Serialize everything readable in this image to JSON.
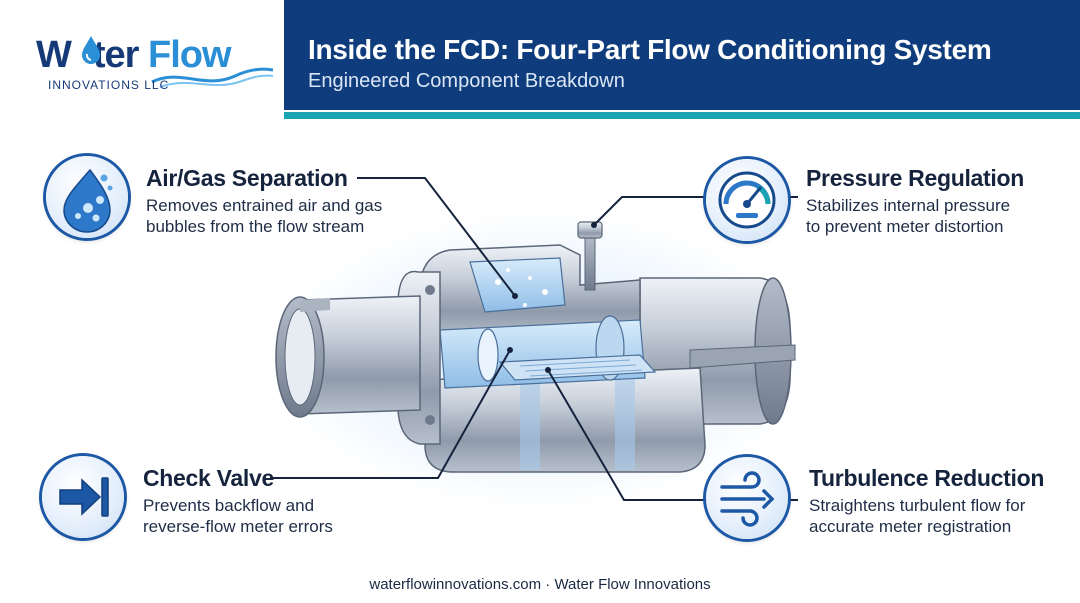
{
  "logo": {
    "word_water_pre": "W",
    "word_water_post": "ter",
    "word_flow": "Flow",
    "subtitle": "INNOVATIONS LLC"
  },
  "header": {
    "title": "Inside the FCD: Four-Part Flow Conditioning System",
    "subtitle": "Engineered Component Breakdown"
  },
  "callouts": {
    "air_gas": {
      "title": "Air/Gas Separation",
      "desc_line1": "Removes entrained air and gas",
      "desc_line2": "bubbles from the flow stream",
      "icon": "water-drop-bubbles-icon"
    },
    "pressure": {
      "title": "Pressure Regulation",
      "desc_line1": "Stabilizes internal pressure",
      "desc_line2": "to prevent meter distortion",
      "icon": "pressure-gauge-icon"
    },
    "check_valve": {
      "title": "Check Valve",
      "desc_line1": "Prevents backflow and",
      "desc_line2": "reverse-flow meter errors",
      "icon": "arrow-to-bar-icon"
    },
    "turbulence": {
      "title": "Turbulence Reduction",
      "desc_line1": "Straightens turbulent flow for",
      "desc_line2": "accurate meter registration",
      "icon": "wind-flow-icon"
    }
  },
  "footer": {
    "text": "waterflowinnovations.com · Water Flow Innovations"
  },
  "colors": {
    "navy": "#0f3c7c",
    "teal": "#1aa3b0",
    "brand_blue": "#2a8fd6",
    "icon_ring": "#1d58a6"
  }
}
